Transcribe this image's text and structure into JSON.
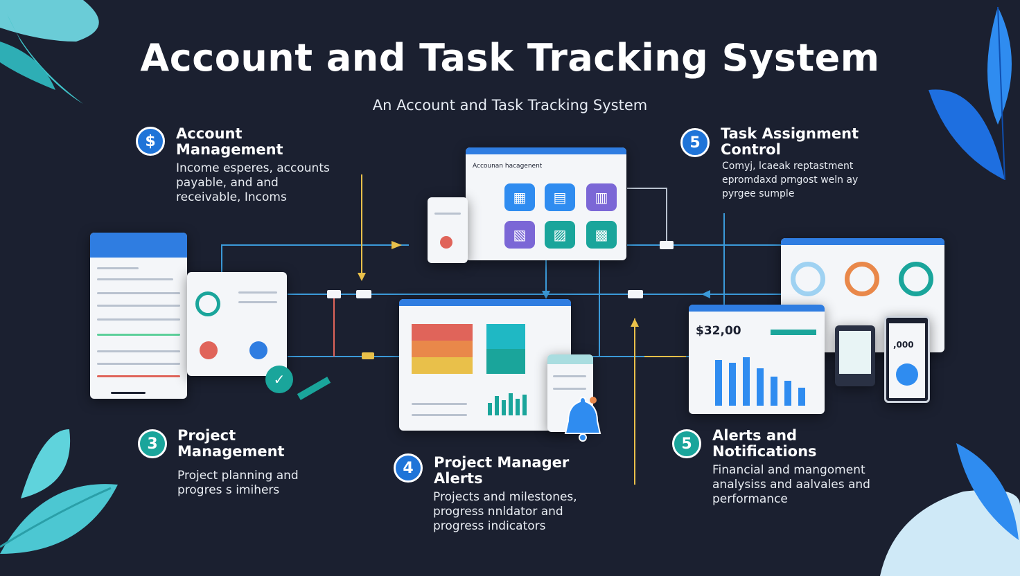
{
  "header": {
    "title": "Account and Task  Tracking System",
    "subtitle": "An Account and Task Tracking System"
  },
  "features": [
    {
      "badge": "$",
      "badge_color": "#1f74d8",
      "heading": "Account\nManagement",
      "description": "Income esperes, accounts\npayable, and and\nreceivable, Incoms"
    },
    {
      "badge": "5",
      "badge_color": "#1f74d8",
      "heading": "Task Assignment\nControl",
      "description": "Comyj, lcaeak reptastment\nepromdaxd prngost weln ay\npyrgee sumple"
    },
    {
      "badge": "3",
      "badge_color": "#1aa59b",
      "heading": "Project\nManagement",
      "description": "Project planning  and\nprogres s imihers"
    },
    {
      "badge": "4",
      "badge_color": "#1f74d8",
      "heading": "Project Manager\nAlerts",
      "description": "Projects and milestones,\nprogress nnldator and\nprogress  indicators"
    },
    {
      "badge": "5",
      "badge_color": "#1aa59b",
      "heading": "Alerts and\nNotifications",
      "description": "Financial and mangoment\nanalysiss  and aalvales and\nperformance"
    }
  ],
  "screens": {
    "top_center_title": "Accounan hacagenent",
    "finance_kpi": "$32,00",
    "phone_kpi": ",000"
  },
  "colors": {
    "accent_blue": "#2f7de1",
    "teal": "#1aa59b",
    "connector": "#3b9ad9",
    "yellow": "#e9c04a",
    "red": "#e0645a"
  },
  "icons": [
    "dollar-icon",
    "bell-icon",
    "check-icon",
    "leaf-icon"
  ]
}
